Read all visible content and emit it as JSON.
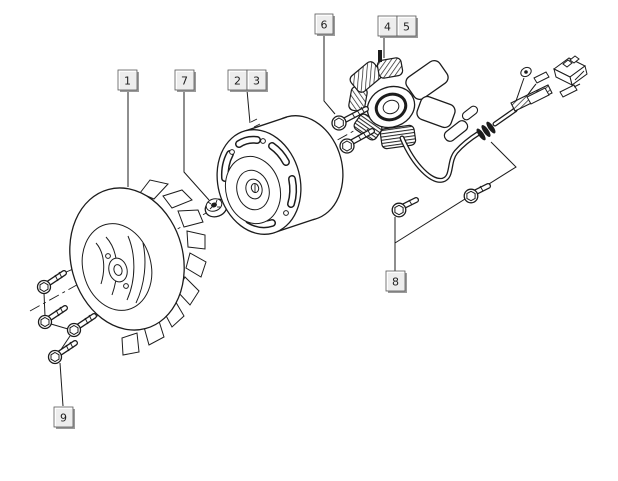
{
  "callouts": {
    "c1": "1",
    "c2": "2",
    "c3": "3",
    "c4": "4",
    "c5": "5",
    "c6": "6",
    "c7": "7",
    "c8": "8",
    "c9": "9"
  },
  "colors": {
    "background": "#ffffff",
    "line": "#1c1c1c",
    "label_face": "#ededed",
    "label_shadow": "#9a9a9a",
    "label_text": "#1c1c1c"
  }
}
